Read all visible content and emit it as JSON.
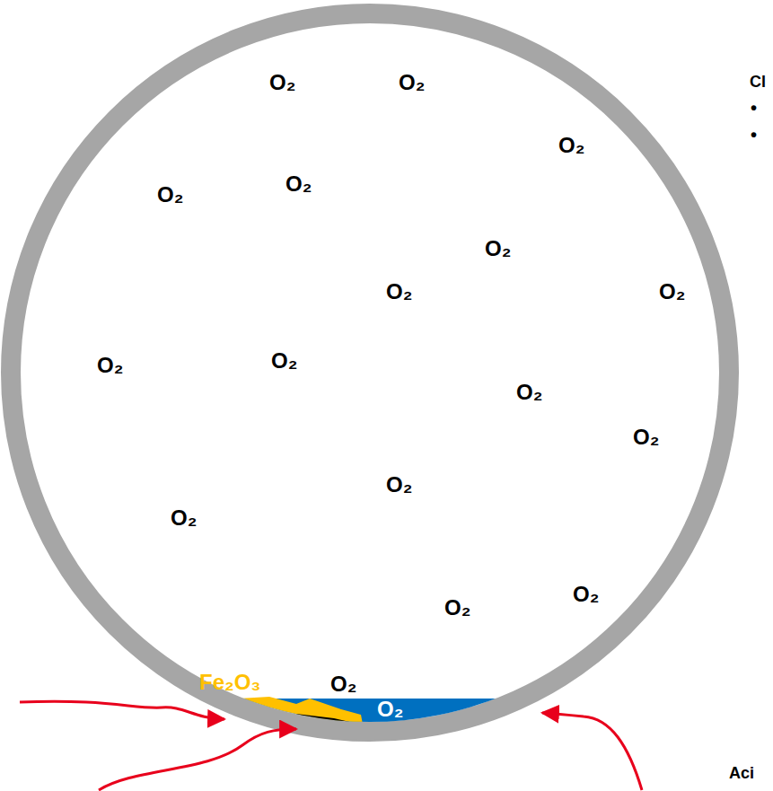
{
  "diagram": {
    "labels": [
      "O₂",
      "O₂",
      "O₂",
      "O₂",
      "O₂",
      "O₂",
      "O₂",
      "O₂",
      "O₂",
      "O₂",
      "O₂",
      "O₂",
      "O₂",
      "O₂",
      "O₂",
      "O₂",
      "O₂",
      "Fe₂O₃",
      "O₂",
      "Cl",
      "•",
      "•",
      "Aci"
    ]
  }
}
